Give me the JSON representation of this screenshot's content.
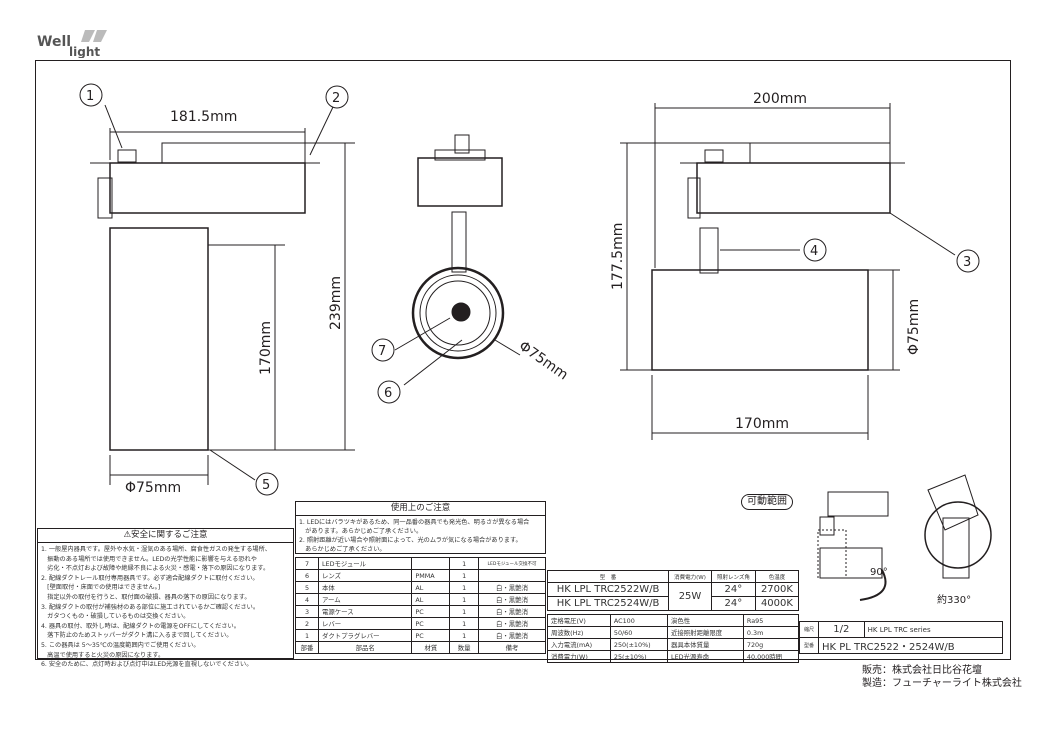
{
  "logo": {
    "text1": "Well",
    "text2": "light"
  },
  "left_view": {
    "width": "181.5mm",
    "height_total": "239mm",
    "height_body": "170mm",
    "diameter": "Φ75mm"
  },
  "front_view": {
    "diameter": "Φ75mm"
  },
  "right_view": {
    "width": "200mm",
    "height": "177.5mm",
    "length": "170mm",
    "diameter": "Φ75mm"
  },
  "callouts": [
    "1",
    "2",
    "3",
    "4",
    "5",
    "6",
    "7"
  ],
  "movable": {
    "title": "可動範囲",
    "tilt": "90°",
    "rotate": "約330°"
  },
  "safety": {
    "title": "⚠安全に関するご注意",
    "lines": [
      "1. 一般屋内器具です。屋外や水気・湿気のある場所、腐食性ガスの発生する場所、",
      "　振動のある場所では使用できません。LEDの光学性能に影響を与える恐れや",
      "　劣化・不点灯および故障や絶縁不良による火災・感電・落下の原因になります。",
      "2. 配線ダクトレール取付専用器具です。必ず適合配線ダクトに取付ください。",
      "　[壁面取付・床面での使用はできません。]",
      "　指定以外の取付を行うと、取付面の破損、器具の落下の原因になります。",
      "3. 配線ダクトの取付が補強材のある部位に施工されているかご確認ください。",
      "　ガタつくもの・破損しているものは交換ください。",
      "4. 器具の取付、取外し時は、配線ダクトの電源をOFFにしてください。",
      "　落下防止のためストッパーがダクト溝に入るまで回してください。",
      "5. この器具は 5～35℃の温度範囲内でご使用ください。",
      "　高温で使用すると火災の原因になります。",
      "6. 安全のために、点灯時および点灯中はLED光源を直視しないでください。"
    ]
  },
  "usage": {
    "title": "使用上のご注意",
    "lines": [
      "1. LEDにはバラツキがあるため、同一品番の器具でも発光色、明るさが異なる場合",
      "　があります。あらかじめご了承ください。",
      "2. 照射距離が近い場合や照射面によって、光のムラが気になる場合があります。",
      "　あらかじめご了承ください。"
    ]
  },
  "parts": {
    "rows": [
      [
        "7",
        "LEDモジュール",
        "",
        "1",
        "LEDモジュール交換不可"
      ],
      [
        "6",
        "レンズ",
        "PMMA",
        "1",
        ""
      ],
      [
        "5",
        "本体",
        "AL",
        "1",
        "白・黒艶消"
      ],
      [
        "4",
        "アーム",
        "AL",
        "1",
        "白・黒艶消"
      ],
      [
        "3",
        "電源ケース",
        "PC",
        "1",
        "白・黒艶消"
      ],
      [
        "2",
        "レバー",
        "PC",
        "1",
        "白・黒艶消"
      ],
      [
        "1",
        "ダクトプラグレバー",
        "PC",
        "1",
        "白・黒艶消"
      ]
    ],
    "headers": [
      "部番",
      "部品名",
      "材質",
      "数量",
      "備考"
    ]
  },
  "models": {
    "headers": [
      "型　番",
      "消費電力(W)",
      "照射レンズ角",
      "色温度"
    ],
    "rows": [
      [
        "HK LPL TRC2522W/B",
        "25W",
        "24°",
        "2700K"
      ],
      [
        "HK LPL TRC2524W/B",
        "",
        "24°",
        "4000K"
      ]
    ]
  },
  "specs": [
    [
      "定格電圧(V)",
      "AC100",
      "演色性",
      "Ra95"
    ],
    [
      "周波数(Hz)",
      "50/60",
      "近接照射距離限度",
      "0.3m"
    ],
    [
      "入力電流(mA)",
      "250(±10%)",
      "器具本体質量",
      "720g"
    ],
    [
      "消費電力(W)",
      "25(±10%)",
      "LED光源寿命",
      "40,000時間"
    ]
  ],
  "title_block": {
    "scale_label": "縮尺",
    "scale": "1/2",
    "series": "HK LPL TRC series",
    "model_label": "型番",
    "model": "HK PL TRC2522・2524W/B"
  },
  "footer": {
    "seller": "販売：株式会社日比谷花壇",
    "maker": "製造：フューチャーライト株式会社"
  }
}
